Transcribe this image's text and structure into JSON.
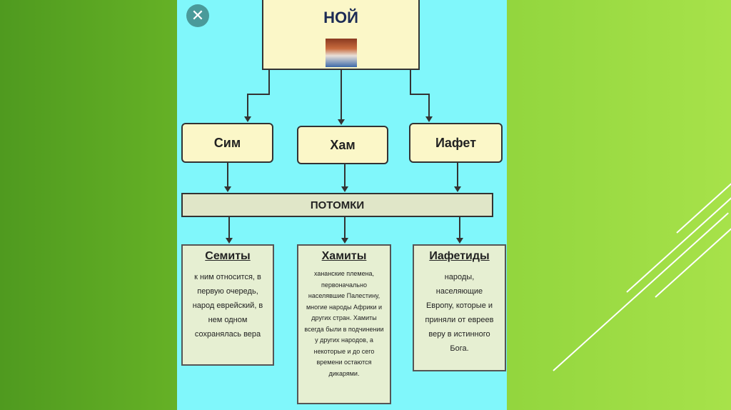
{
  "root": {
    "title": "НОЙ"
  },
  "sons": [
    {
      "name": "Сим"
    },
    {
      "name": "Хам"
    },
    {
      "name": "Иафет"
    }
  ],
  "descendants_label": "ПОТОМКИ",
  "groups": [
    {
      "title": "Семиты",
      "text": "к ним относится, в первую очередь, народ еврейский, в нем одном сохранялась вера"
    },
    {
      "title": "Хамиты",
      "text": "хананские племена, первоначально населявшие Палестину, многие народы Африки и других стран. Хамиты всегда были в подчинении у других народов, а некоторые и до сего времени остаются дикарями."
    },
    {
      "title": "Иафетиды",
      "text": "народы, населяющие Европу, которые и приняли от евреев веру в истинного Бога."
    }
  ],
  "colors": {
    "panel": "#80f7fb",
    "box": "#fbf7c8",
    "desc": "#e6efd2"
  }
}
